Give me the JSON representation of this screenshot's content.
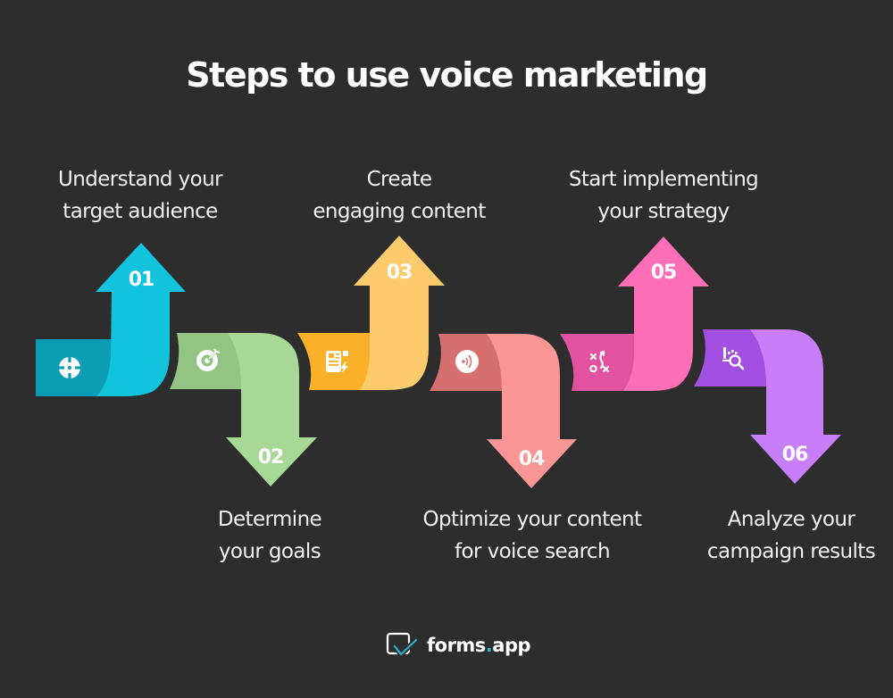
{
  "title": "Steps to use voice marketing",
  "colors": {
    "background": "#2d2d2d",
    "step1": {
      "dark": "#0c9cb3",
      "light": "#12c3de"
    },
    "step2": {
      "dark": "#93c483",
      "light": "#a8d896"
    },
    "step3": {
      "dark": "#fbb02a",
      "light": "#fdcb6c"
    },
    "step4": {
      "dark": "#d66f6f",
      "light": "#fa9696"
    },
    "step5": {
      "dark": "#e2529f",
      "light": "#ff6fb8"
    },
    "step6": {
      "dark": "#a150e2",
      "light": "#c97ef9"
    }
  },
  "steps": [
    {
      "number": "01",
      "line1": "Understand your",
      "line2": "target audience",
      "icon": "crosshair-icon",
      "direction": "up"
    },
    {
      "number": "02",
      "line1": "Determine",
      "line2": "your goals",
      "icon": "target-arrow-icon",
      "direction": "down"
    },
    {
      "number": "03",
      "line1": "Create",
      "line2": "engaging content",
      "icon": "content-bolt-icon",
      "direction": "up"
    },
    {
      "number": "04",
      "line1": "Optimize your content",
      "line2": "for voice search",
      "icon": "voice-signal-icon",
      "direction": "down"
    },
    {
      "number": "05",
      "line1": "Start implementing",
      "line2": "your strategy",
      "icon": "strategy-play-icon",
      "direction": "up"
    },
    {
      "number": "06",
      "line1": "Analyze your",
      "line2": "campaign results",
      "icon": "chart-search-icon",
      "direction": "down"
    }
  ],
  "footer": {
    "brand_name": "forms",
    "brand_dot": ".",
    "brand_tld": "app"
  }
}
